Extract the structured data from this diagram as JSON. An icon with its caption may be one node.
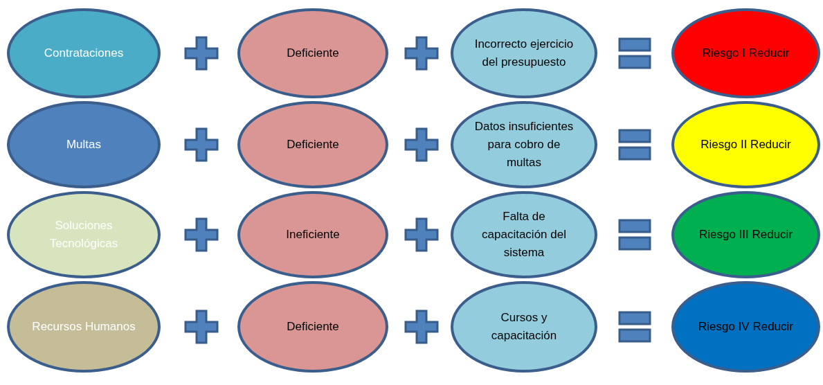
{
  "diagram": {
    "nodes": [
      {
        "text": [
          "Contrataciones"
        ]
      },
      {
        "text": [
          "Deficiente"
        ]
      },
      {
        "text": [
          "Incorrecto ejercicio del presupuesto"
        ]
      },
      {
        "text": [
          "Riesgo I Reducir"
        ]
      },
      {
        "text": [
          "Multas"
        ]
      },
      {
        "text": [
          "Deficiente"
        ]
      },
      {
        "text": [
          "Datos insuficientes para cobro de multas"
        ]
      },
      {
        "text": [
          "Riesgo II Reducir"
        ]
      },
      {
        "text": [
          "Soluciones Tecnológicas"
        ]
      },
      {
        "text": [
          "Ineficiente"
        ]
      },
      {
        "text": [
          "Falta de capacitación del sistema"
        ]
      },
      {
        "text": [
          "Riesgo III Reducir"
        ]
      },
      {
        "text": [
          "Recursos Humanos"
        ]
      },
      {
        "text": [
          "Deficiente"
        ]
      },
      {
        "text": [
          "Cursos y capacitación"
        ]
      },
      {
        "text": [
          "Riesgo IV Reducir"
        ]
      }
    ]
  }
}
